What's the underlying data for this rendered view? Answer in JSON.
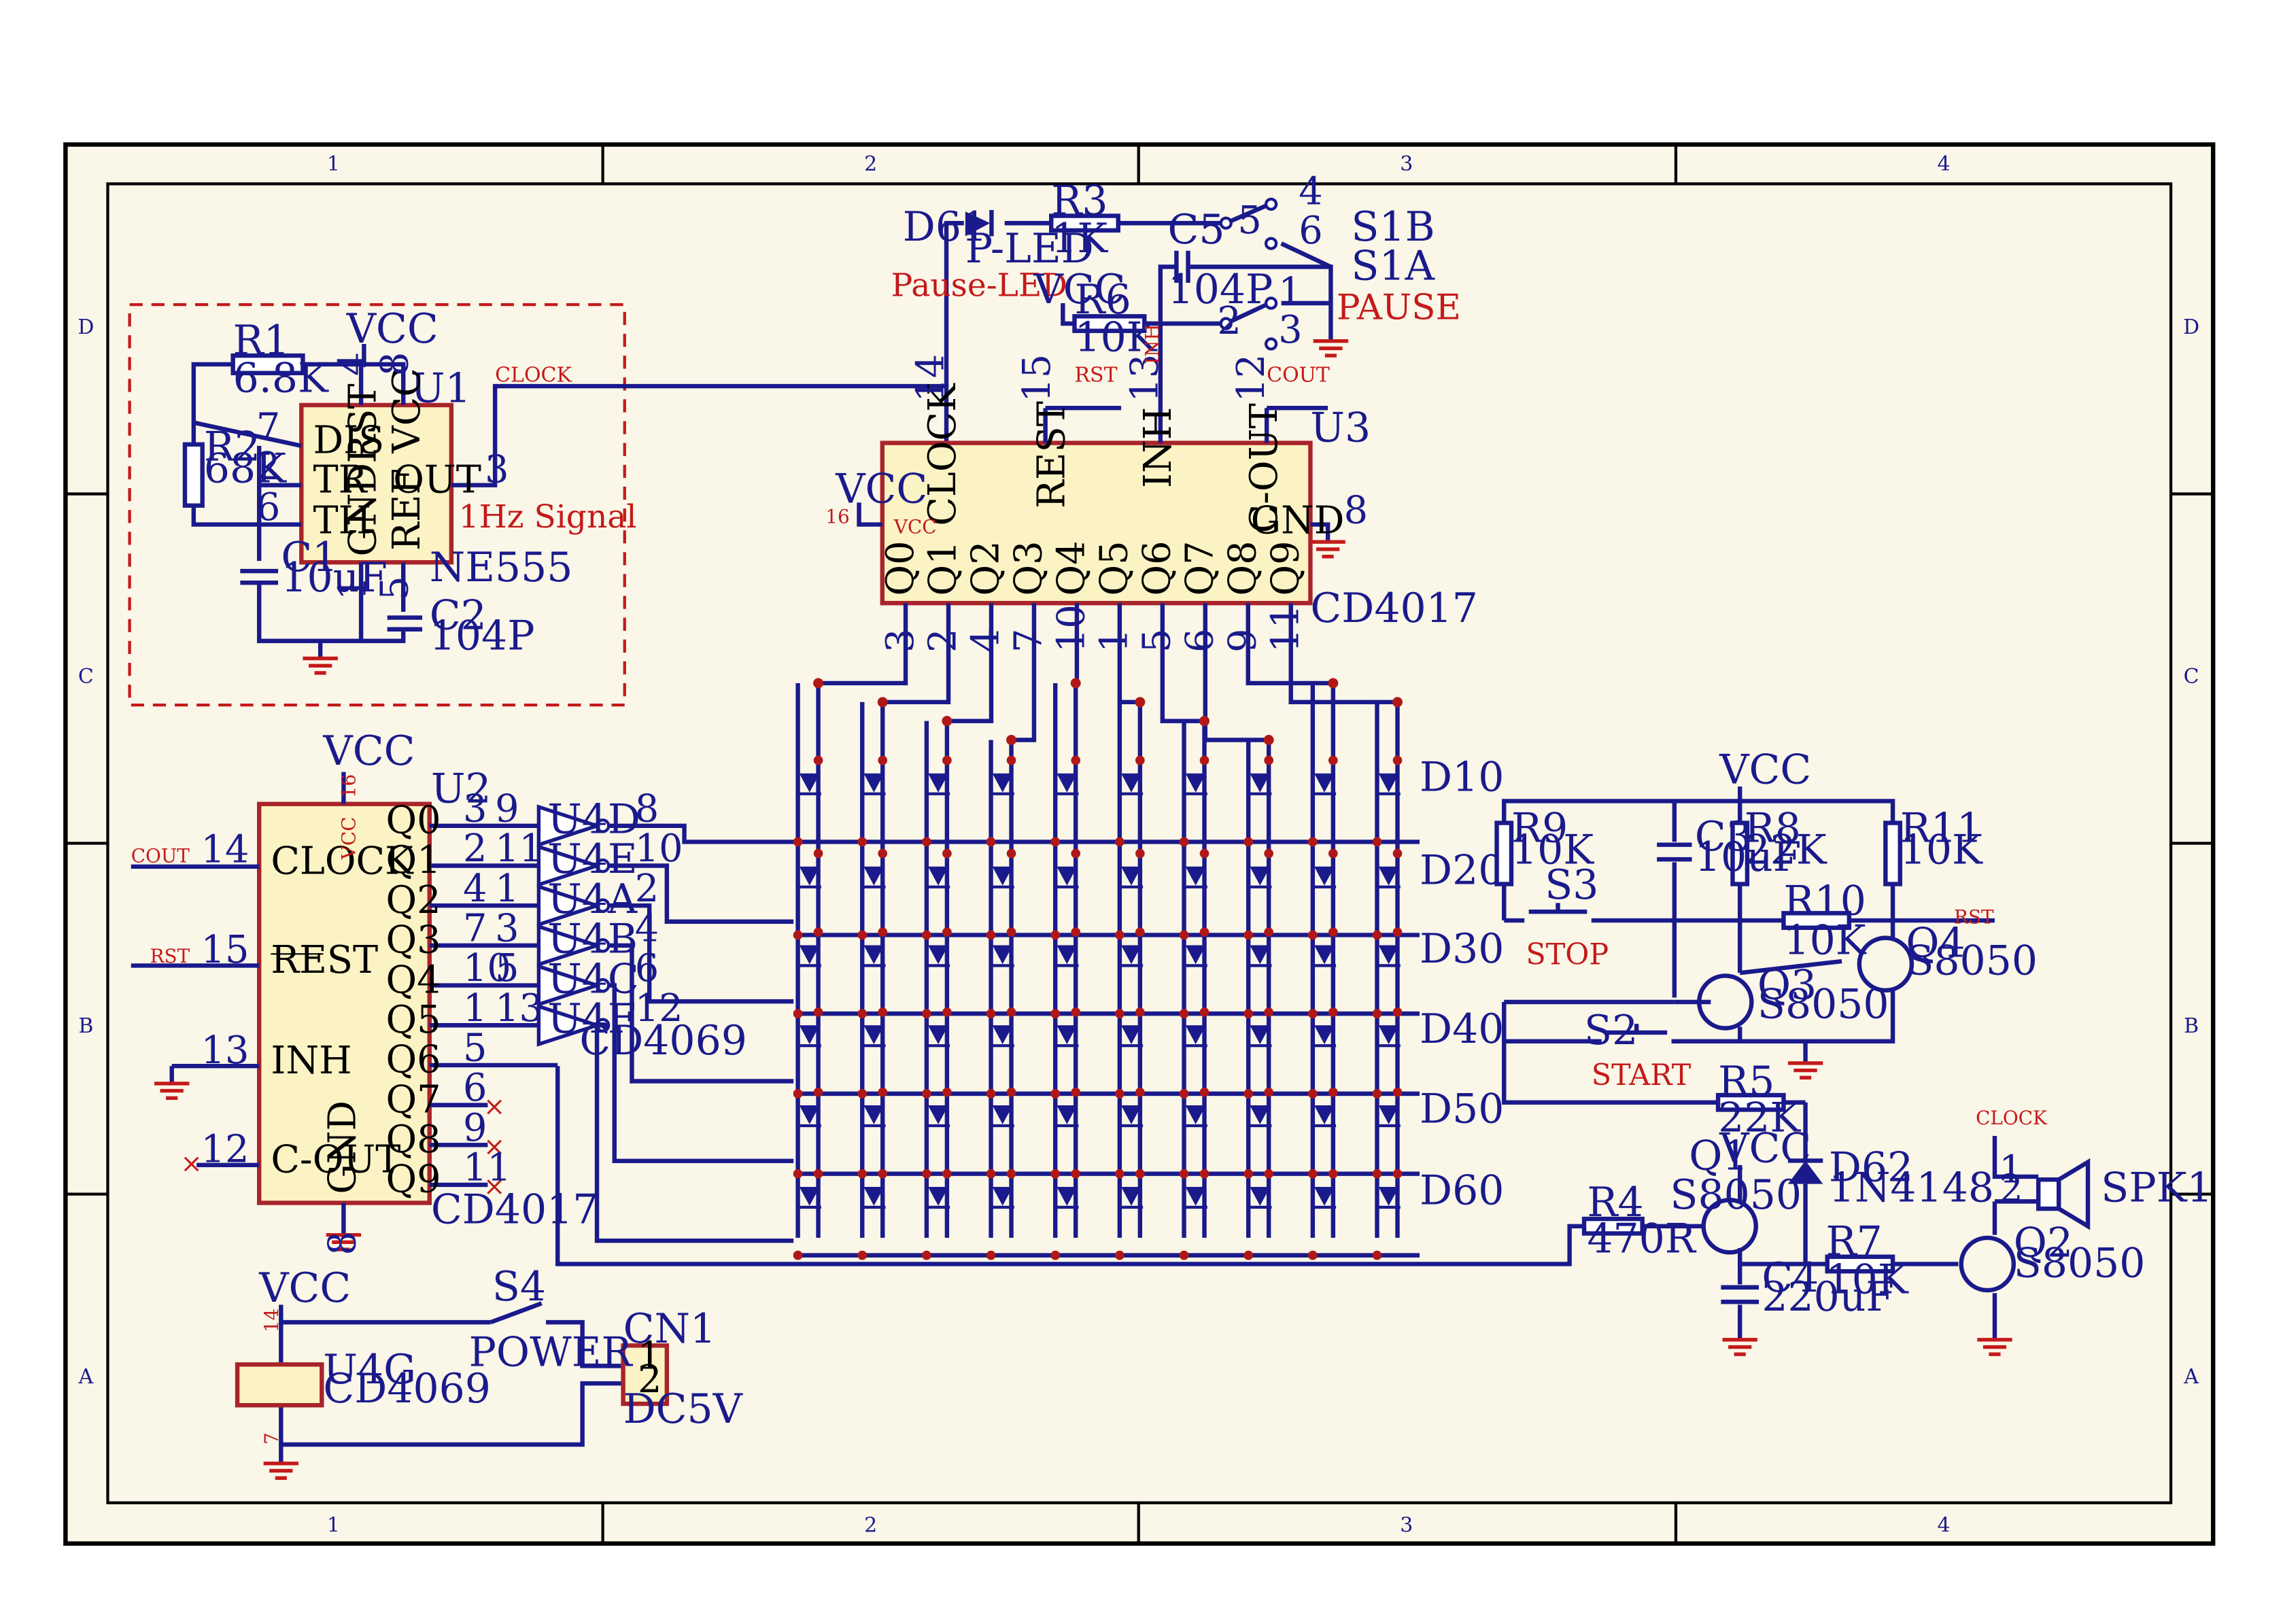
{
  "zones": {
    "columns": [
      "1",
      "2",
      "3",
      "4"
    ],
    "rows": [
      "D",
      "C",
      "B",
      "A"
    ]
  },
  "oscillator": {
    "signal_label": "1Hz Signal",
    "ic_ref": "U1",
    "ic_part": "NE555",
    "pins": {
      "dis": "DIS",
      "tr": "TR",
      "th": "TH",
      "rst": "RST",
      "vcc": "VCC",
      "out": "OUT",
      "gnd": "GND",
      "ref": "REF"
    },
    "pin_numbers": {
      "dis": "7",
      "tr": "2",
      "th": "6",
      "rst": "4",
      "vcc": "8",
      "out": "3",
      "gnd": "1",
      "ref": "5"
    },
    "r1": {
      "ref": "R1",
      "value": "6.8K"
    },
    "r2": {
      "ref": "R2",
      "value": "68K"
    },
    "c1": {
      "ref": "C1",
      "value": "10uF"
    },
    "c2": {
      "ref": "C2",
      "value": "104P"
    },
    "vcc": "VCC"
  },
  "counter_top": {
    "ref": "U3",
    "part": "CD4017",
    "pins": {
      "clock": "CLOCK",
      "rest": "REST",
      "inh": "INH",
      "cout": "C-OUT",
      "vcc": "VCC",
      "gnd": "GND"
    },
    "pin_numbers": {
      "clock": "14",
      "rest": "15",
      "inh": "13",
      "cout": "12",
      "vcc": "16",
      "gnd": "8"
    },
    "outputs": [
      "Q0",
      "Q1",
      "Q2",
      "Q3",
      "Q4",
      "Q5",
      "Q6",
      "Q7",
      "Q8",
      "Q9"
    ],
    "output_pins": [
      "3",
      "2",
      "4",
      "7",
      "10",
      "1",
      "5",
      "6",
      "9",
      "11"
    ],
    "nets": {
      "clock": "CLOCK",
      "rst": "RST",
      "cout": "COUT",
      "vcc": "VCC"
    }
  },
  "pause_section": {
    "led_ref": "D61",
    "led_name": "P-LED",
    "led_caption": "Pause-LED",
    "r3": {
      "ref": "R3",
      "value": "1K"
    },
    "r6": {
      "ref": "R6",
      "value": "10K"
    },
    "c5": {
      "ref": "C5",
      "value": "104P"
    },
    "s1a": "S1A",
    "s1b": "S1B",
    "switch_label": "PAUSE",
    "contacts": [
      "4",
      "5",
      "6",
      "1",
      "2",
      "3"
    ],
    "vcc": "VCC",
    "inh": "INH"
  },
  "counter_left": {
    "ref": "U2",
    "part": "CD4017",
    "pins": {
      "clock": "CLOCK",
      "rest": "REST",
      "inh": "INH",
      "cout": "C-OUT",
      "vcc": "VCC",
      "gnd": "GND"
    },
    "outputs": [
      "Q0",
      "Q1",
      "Q2",
      "Q3",
      "Q4",
      "Q5",
      "Q6",
      "Q7",
      "Q8",
      "Q9"
    ],
    "output_pins": [
      "3",
      "2",
      "4",
      "7",
      "10",
      "1",
      "5",
      "6",
      "9",
      "11"
    ],
    "left_pins": {
      "clock": "14",
      "rest": "15",
      "inh": "13",
      "cout": "12"
    },
    "left_nets": {
      "clock": "COUT",
      "rest": "RST"
    },
    "vcc": "VCC",
    "gnd_pin": "8",
    "vcc_pin": "16"
  },
  "inverters": {
    "part": "CD4069",
    "units": [
      "U4D",
      "U4E",
      "U4A",
      "U4B",
      "U4C",
      "U4F"
    ],
    "in_pins": [
      "9",
      "11",
      "1",
      "3",
      "5",
      "13"
    ],
    "out_pins": [
      "8",
      "10",
      "2",
      "4",
      "6",
      "12"
    ]
  },
  "led_matrix": {
    "rows": 6,
    "cols": 10,
    "row_end_labels": [
      "D10",
      "D20",
      "D30",
      "D40",
      "D50",
      "D60"
    ],
    "prefix": "D"
  },
  "control": {
    "vcc": "VCC",
    "r9": {
      "ref": "R9",
      "value": "10K"
    },
    "r8": {
      "ref": "R8",
      "value": "22K"
    },
    "r11": {
      "ref": "R11",
      "value": "10K"
    },
    "r10": {
      "ref": "R10",
      "value": "10K"
    },
    "c3": {
      "ref": "C3",
      "value": "10uF"
    },
    "s3": "S3",
    "s2": "S2",
    "stop": "STOP",
    "start": "START",
    "q3": {
      "ref": "Q3",
      "part": "S8050"
    },
    "q4": {
      "ref": "Q4",
      "part": "S8050"
    },
    "rst": "RST"
  },
  "sound": {
    "r5": {
      "ref": "R5",
      "value": "22K"
    },
    "r4": {
      "ref": "R4",
      "value": "470R"
    },
    "r7": {
      "ref": "R7",
      "value": "10K"
    },
    "c4": {
      "ref": "C4",
      "value": "220uF"
    },
    "d62": {
      "ref": "D62",
      "part": "1N4148"
    },
    "q1": {
      "ref": "Q1",
      "part": "S8050"
    },
    "q2": {
      "ref": "Q2",
      "part": "S8050"
    },
    "spk": "SPK1",
    "spk_pins": [
      "1",
      "2"
    ],
    "clock": "CLOCK",
    "vcc": "VCC"
  },
  "power": {
    "vcc": "VCC",
    "u4g": "U4G",
    "u4g_part": "CD4069",
    "pin_top": "14",
    "pin_bot": "7",
    "s4": "S4",
    "switch_label": "POWER",
    "cn1": "CN1",
    "cn1_pins": [
      "1",
      "2"
    ],
    "cn1_label": "DC5V"
  }
}
